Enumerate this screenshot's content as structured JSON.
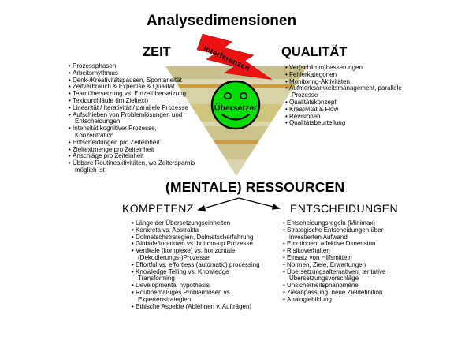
{
  "title": "Analysedimensionen",
  "zeit": {
    "heading": "ZEIT",
    "items": [
      "Prozessphasen",
      "Arbeitsrhythmus",
      "Denk-/Kreativitätspausen, Spontaneität",
      "Zeitverbrauch & Expertise & Qualität",
      "Teamübersetzung vs. Einzelübersetzung",
      "Textdurchläufe (im Zieltext)",
      "Linearität / Iterativität / parallele Prozesse",
      "Aufschieben von Problemlösungen und Entscheidungen",
      "Intensität kognitiver Prozesse, Konzentration",
      "Entscheidungen pro Zeiteinheit",
      "Zieltextmenge pro Zeiteinheit",
      "Anschläge pro Zeiteinheit",
      "Übbare Routineaktivitäten, wo Zeitersparnis möglich ist"
    ]
  },
  "qualitaet": {
    "heading": "QUALITÄT",
    "items": [
      "Ver(schlimm)besserungen",
      "Fehlerkategorien",
      "Monitoring-Aktivitäten",
      "Aufmerksamkeitsmanagement, parallele Prozesse",
      "Qualitätskonzept",
      "Kreativität & Flow",
      "Revisionen",
      "Qualitätsbeurteilung"
    ]
  },
  "funnel": {
    "translator_label": "Übersetzer",
    "interference_label": "Interferenzen"
  },
  "ressourcen": {
    "heading": "(MENTALE) RESSOURCEN"
  },
  "kompetenz": {
    "heading": "KOMPETENZ",
    "items": [
      "Länge der Übersetzungseinheiten",
      "Konkreta vs. Abstrakta",
      "Dolmetschstrategien, Dolmetscherfahrung",
      "Globale/top-down vs. bottom-up Prozesse",
      "Vertikale (komplexe) vs. horizontale (Dekodierungs-)Prozesse",
      "Effortful vs. effortless (automatic) processing",
      "Knowledge Telling vs. Knowledge Transforming",
      "Developmental hypothesis",
      "Routinemäßiges Problemlösen vs. Expertenstrategien",
      "Ethische Aspekte (Ablehnen v. Aufträgen)"
    ]
  },
  "entscheidungen": {
    "heading": "ENTSCHEIDUNGEN",
    "items": [
      "Entscheidungsregeln (Minimax)",
      "Strategische Entscheidungen über investierten Aufwand",
      "Emotionen, affektive Dimension",
      "Risikoverhalten",
      "Einsatz von Hilfsmitteln",
      "Normen, Ziele, Erwartungen",
      "Übersetzungsalternativen, tentative Übersetzungsvorschläge",
      "Unsicherheitsphänomene",
      "Zielanpassung, neue Zieldefinition",
      "Analogiebildung"
    ]
  },
  "colors": {
    "background": "#ffffff",
    "text": "#000000",
    "bolt_red": "#ee1111",
    "smiley_green": "#00dd00",
    "stripe_orange": "#cf9b3c",
    "bands": [
      "#c9c08e",
      "#dad6b0",
      "#cf9b3c",
      "#d7d3a6",
      "#cdc67a",
      "#dad6ae",
      "#cac38c",
      "#cf9b3c",
      "#cbc48e",
      "#d7d4ae"
    ]
  }
}
